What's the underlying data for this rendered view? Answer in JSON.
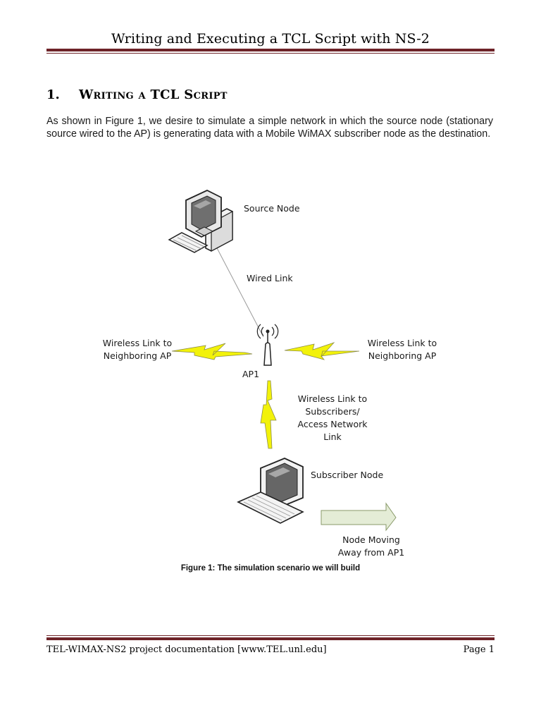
{
  "header": {
    "title": "Writing and Executing a TCL Script with NS-2"
  },
  "section": {
    "number": "1.",
    "title": "Writing a TCL Script"
  },
  "intro": {
    "paragraph": "As shown in Figure 1, we desire to simulate a simple network in which the source node (stationary source wired to the AP) is generating data with a Mobile WiMAX subscriber node as the destination."
  },
  "figure": {
    "labels": {
      "source_node": "Source Node",
      "wired_link": "Wired Link",
      "wireless_left": [
        "Wireless Link to",
        "Neighboring AP"
      ],
      "wireless_right": [
        "Wireless Link to",
        "Neighboring AP"
      ],
      "ap1": "AP1",
      "wireless_subscribers": [
        "Wireless Link to",
        "Subscribers/",
        "Access Network",
        "Link"
      ],
      "subscriber_node": "Subscriber Node",
      "node_moving": [
        "Node Moving",
        "Away from AP1"
      ]
    },
    "caption": "Figure 1: The simulation scenario we will build",
    "colors": {
      "lightning_fill": "#f2f20a",
      "lightning_stroke": "#8c8c4a",
      "arrow_fill": "#e4ecd6",
      "arrow_stroke": "#8a9a6a"
    },
    "icons": [
      "desktop-computer-icon",
      "access-point-antenna-icon",
      "laptop-icon",
      "lightning-bolt-icon",
      "right-arrow-icon"
    ]
  },
  "footer": {
    "left": "TEL-WIMAX-NS2 project documentation [www.TEL.unl.edu]",
    "right": "Page 1"
  },
  "colors": {
    "rule": "#6e2328"
  }
}
